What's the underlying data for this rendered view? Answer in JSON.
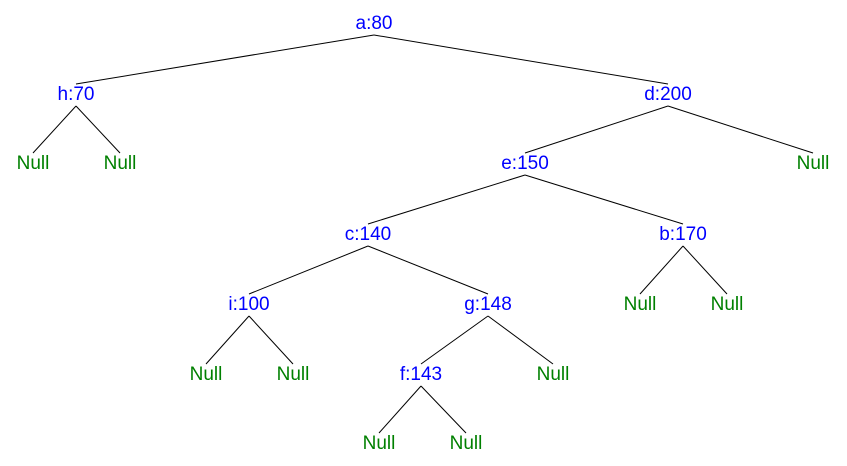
{
  "colors": {
    "key_node": "#0000ff",
    "null_leaf": "#008000",
    "edge": "#000000"
  },
  "nodes": {
    "a": "a:80",
    "h": "h:70",
    "d": "d:200",
    "e": "e:150",
    "c": "c:140",
    "b": "b:170",
    "i": "i:100",
    "g": "g:148",
    "f": "f:143",
    "h_left": "Null",
    "h_right": "Null",
    "d_right": "Null",
    "b_left": "Null",
    "b_right": "Null",
    "i_left": "Null",
    "i_right": "Null",
    "g_right": "Null",
    "f_left": "Null",
    "f_right": "Null"
  },
  "edges": [
    [
      "a",
      "h"
    ],
    [
      "a",
      "d"
    ],
    [
      "h",
      "h_left"
    ],
    [
      "h",
      "h_right"
    ],
    [
      "d",
      "e"
    ],
    [
      "d",
      "d_right"
    ],
    [
      "e",
      "c"
    ],
    [
      "e",
      "b"
    ],
    [
      "c",
      "i"
    ],
    [
      "c",
      "g"
    ],
    [
      "b",
      "b_left"
    ],
    [
      "b",
      "b_right"
    ],
    [
      "i",
      "i_left"
    ],
    [
      "i",
      "i_right"
    ],
    [
      "g",
      "f"
    ],
    [
      "g",
      "g_right"
    ],
    [
      "f",
      "f_left"
    ],
    [
      "f",
      "f_right"
    ]
  ]
}
